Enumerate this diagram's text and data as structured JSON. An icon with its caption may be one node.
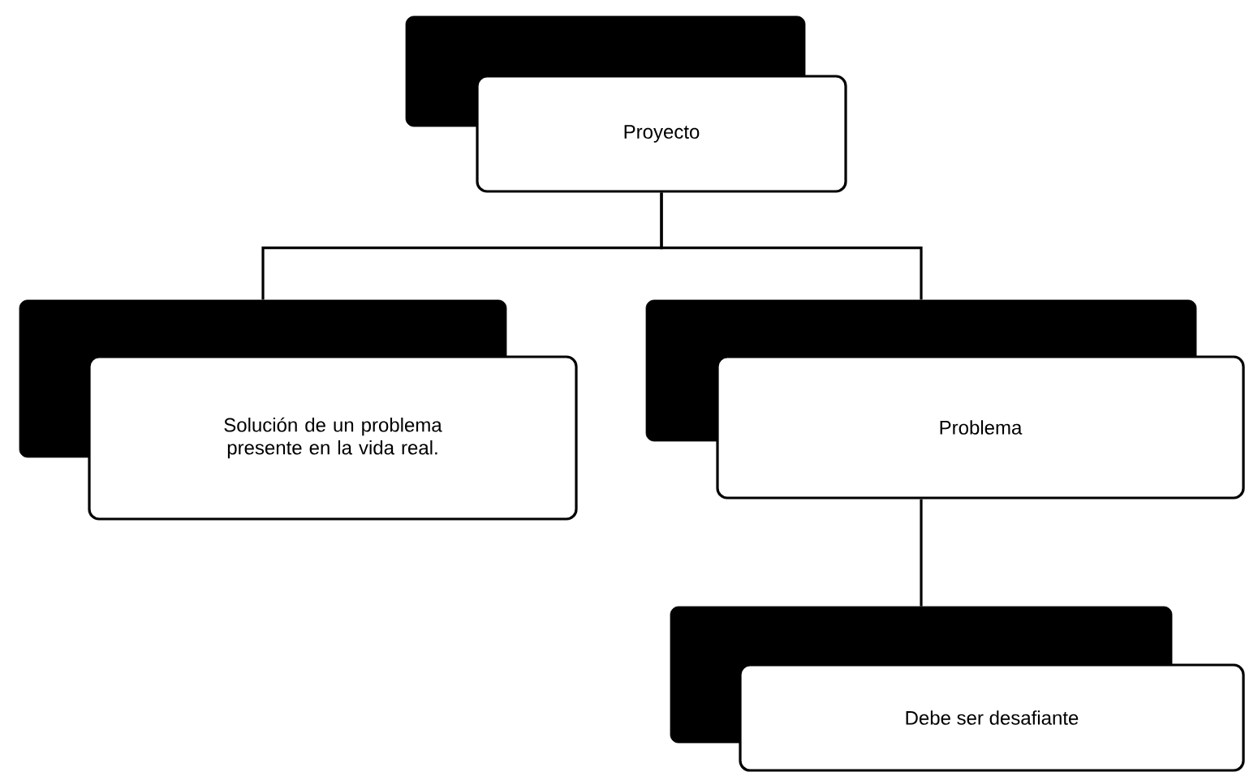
{
  "diagram": {
    "nodes": [
      {
        "text": [
          "Proyecto"
        ]
      },
      {
        "text": [
          "Solución de un problema presente en la vida real."
        ]
      },
      {
        "text": [
          "Problema"
        ]
      },
      {
        "text": [
          "Debe ser desafiante"
        ]
      }
    ],
    "edges": [
      {
        "from": 0,
        "to": 1,
        "arrow": "none"
      },
      {
        "from": 0,
        "to": 2,
        "arrow": "none"
      },
      {
        "from": 2,
        "to": 3,
        "arrow": "none"
      }
    ]
  }
}
